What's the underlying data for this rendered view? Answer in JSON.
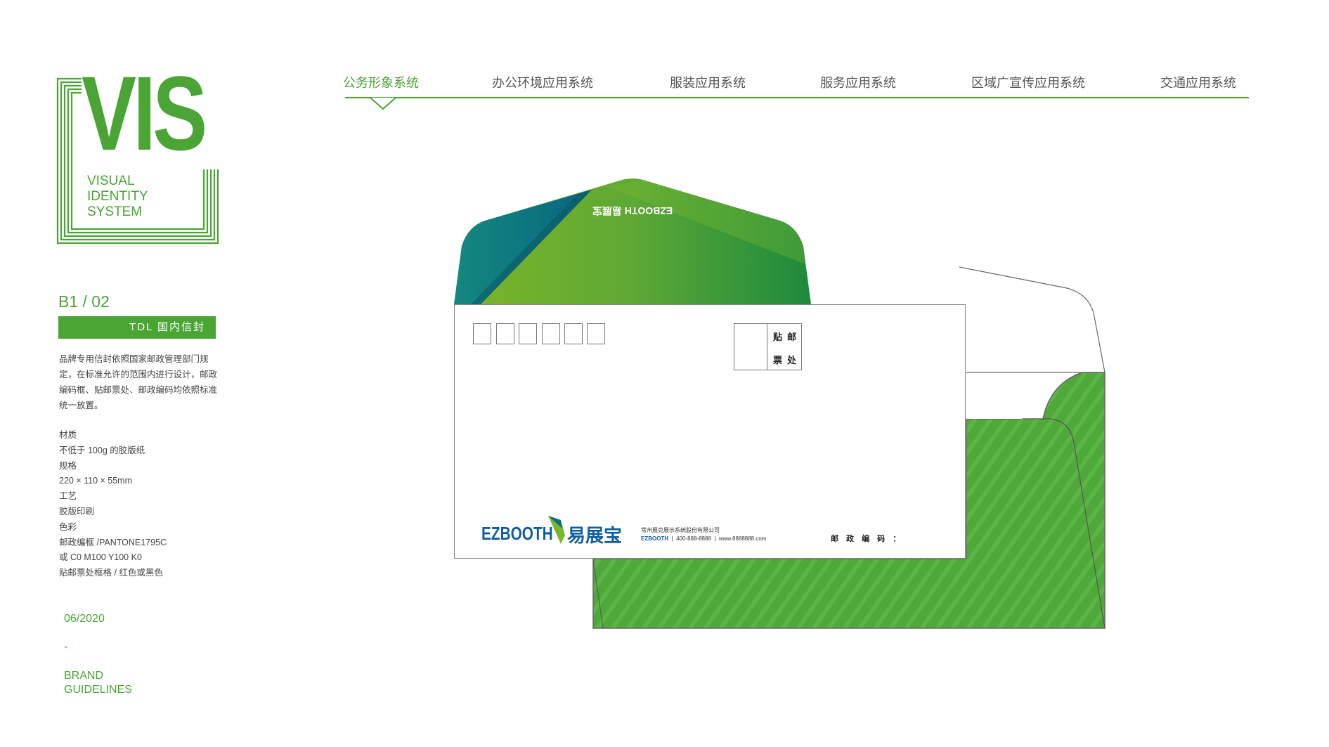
{
  "nav": {
    "items": [
      "公务形象系统",
      "办公环境应用系统",
      "服装应用系统",
      "服务应用系统",
      "区域广宣传应用系统",
      "交通应用系统"
    ],
    "active_index": 0
  },
  "logo": {
    "title": "VIS",
    "line1": "VISUAL",
    "line2": "IDENTITY",
    "line3": "SYSTEM"
  },
  "sidebar": {
    "code": "B1 / 02",
    "tag": "TDL  国内信封",
    "description": "品牌专用信封依照国家邮政管理部门规定，在标准允许的范围内进行设计，邮政编码框、贴邮票处、邮政编码均依照标准统一放置。",
    "specs": [
      "材质",
      "不低于 100g 的胶版纸",
      "规格",
      "220 × 110 × 55mm",
      "工艺",
      "胶版印刷",
      "色彩",
      "邮政编框 /PANTONE1795C",
      "或 C0 M100 Y100 K0",
      "贴邮票处框格 / 红色或黑色"
    ],
    "date": "06/2020",
    "dash": "-",
    "footer1": "BRAND",
    "footer2": "GUIDELINES"
  },
  "envelope": {
    "flap_brand": "EZBOOTH 易展宝",
    "stamp_chars": [
      "贴",
      "邮",
      "票",
      "处"
    ],
    "brand_en": "EZBOOTH",
    "brand_cn": "易展宝",
    "company": "常州展克展示系统股份有限公司",
    "contact_brand": "EZBOOTH",
    "phone": "400-888-8888",
    "website": "www.8888888.com",
    "postcode_label": "邮 政 编 码 ："
  },
  "colors": {
    "brand_green": "#4aa535",
    "brand_blue": "#0f5f9e",
    "teal": "#0f7c80"
  }
}
